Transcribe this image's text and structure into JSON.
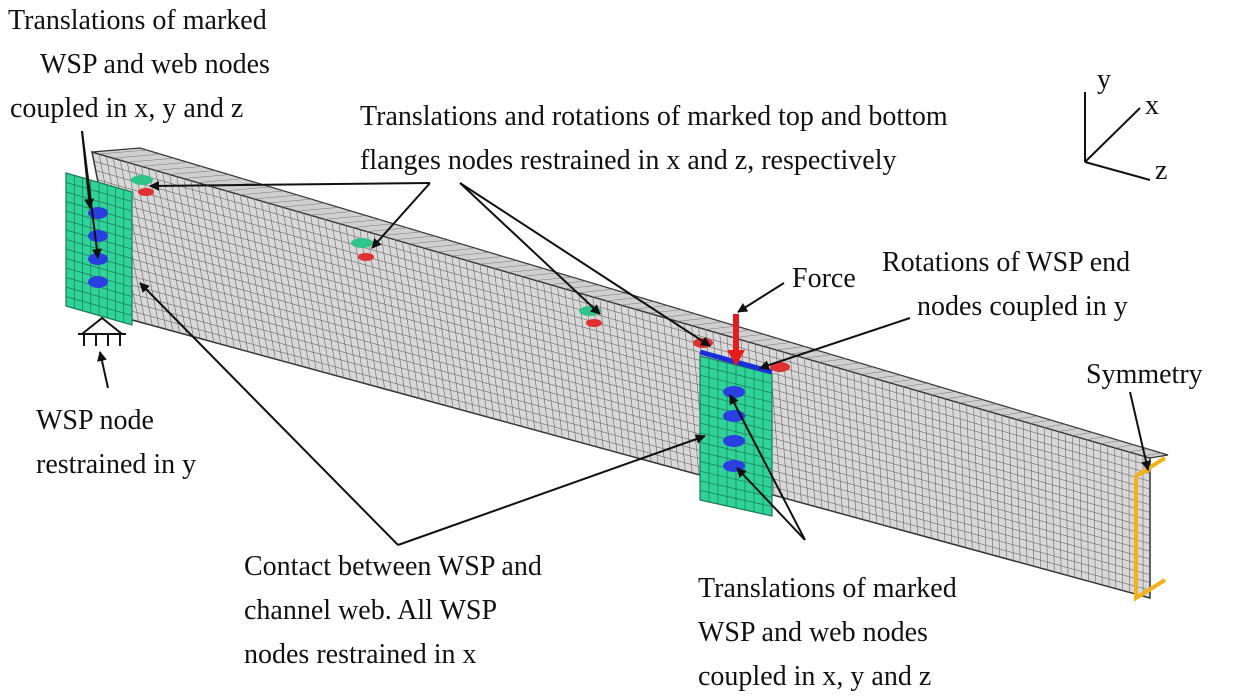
{
  "labels": {
    "wsp_left": [
      "Translations of marked",
      "WSP and web nodes",
      "coupled in x, y and z"
    ],
    "flanges": [
      "Translations and rotations of marked top and bottom",
      "flanges nodes restrained in x and z, respectively"
    ],
    "force": "Force",
    "rotations": [
      "Rotations of WSP end",
      "nodes coupled in y"
    ],
    "symmetry": "Symmetry",
    "wsp_node": [
      "WSP node",
      "restrained in y"
    ],
    "contact": [
      "Contact between WSP and",
      "channel web. All WSP",
      "nodes restrained in x"
    ],
    "wsp_mid": [
      "Translations of marked",
      "WSP and web nodes",
      "coupled in x, y and z"
    ]
  },
  "axes": {
    "y": "y",
    "x": "x",
    "z": "z"
  },
  "colors": {
    "mesh_face": "#d6d6d6",
    "mesh_line": "#555555",
    "plate": "#2fd39a",
    "marker": "#2a3fe0",
    "flange_marker_green": "#2fc48a",
    "flange_marker_red": "#e03030",
    "force": "#e61c1c",
    "symmetry": "#f2b21c",
    "wsp_end": "#1a2fd8"
  }
}
